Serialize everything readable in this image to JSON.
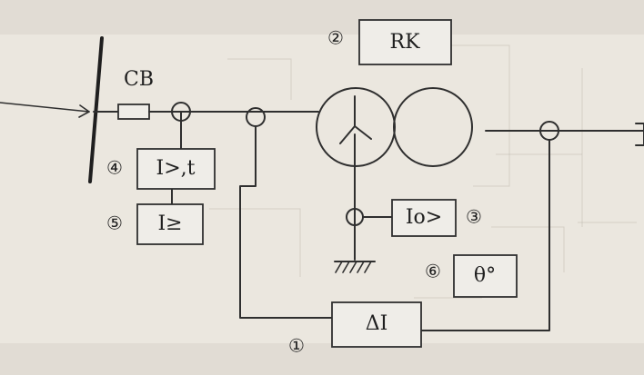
{
  "labels": {
    "breaker": "CB",
    "rk": "RK",
    "overcurrent": "I>,t",
    "overload": "I≥",
    "earth_fault": "Io>",
    "temperature": "θ°",
    "differential": "ΔI"
  },
  "markers": {
    "differential_number": "①",
    "rk_number": "②",
    "earth_fault_number": "③",
    "overcurrent_number": "④",
    "overload_number": "⑤",
    "temperature_number": "⑥"
  }
}
